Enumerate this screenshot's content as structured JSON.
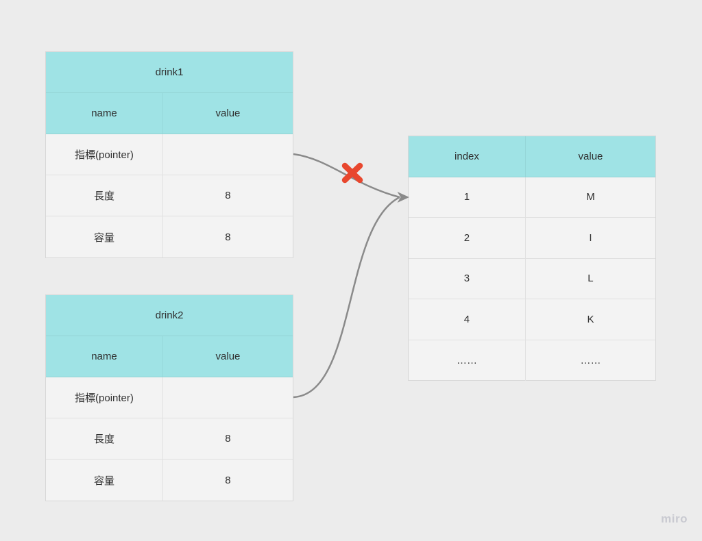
{
  "canvas": {
    "watermark": "miro",
    "background_color": "#ececec"
  },
  "colors": {
    "table_header_teal": "#9fe3e5",
    "table_row_bg": "#f3f3f3",
    "row_border": "#e0e0e0",
    "outer_border": "#d7d7d7",
    "text": "#2f2f2f",
    "connector": "#8a8a8a",
    "cross_red": "#e8472e",
    "watermark_gray": "#c9cad1"
  },
  "tables": {
    "drink1": {
      "title": "drink1",
      "columns": [
        "name",
        "value"
      ],
      "rows": [
        {
          "name": "指標(pointer)",
          "value": ""
        },
        {
          "name": "長度",
          "value": "8"
        },
        {
          "name": "容量",
          "value": "8"
        }
      ]
    },
    "drink2": {
      "title": "drink2",
      "columns": [
        "name",
        "value"
      ],
      "rows": [
        {
          "name": "指標(pointer)",
          "value": ""
        },
        {
          "name": "長度",
          "value": "8"
        },
        {
          "name": "容量",
          "value": "8"
        }
      ]
    },
    "shared_string": {
      "columns": [
        "index",
        "value"
      ],
      "rows": [
        {
          "index": "1",
          "value": "M"
        },
        {
          "index": "2",
          "value": "I"
        },
        {
          "index": "3",
          "value": "L"
        },
        {
          "index": "4",
          "value": "K"
        },
        {
          "index": "……",
          "value": "……"
        }
      ]
    }
  },
  "connectors": {
    "drink1_to_shared": {
      "from": "drink1 指標(pointer)",
      "to": "shared row 1",
      "decoration": "red cross"
    },
    "drink2_to_shared": {
      "from": "drink2 指標(pointer)",
      "to": "shared row 1",
      "decoration": ""
    }
  }
}
